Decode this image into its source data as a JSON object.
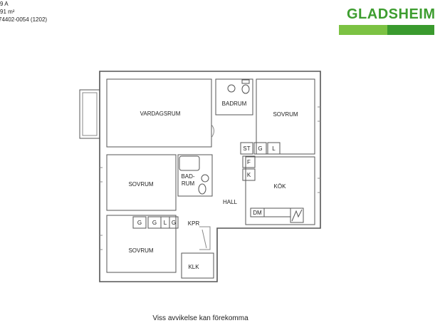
{
  "header": {
    "line1": "9 A",
    "line2": "91 m²",
    "line3": "74402-0054 (1202)"
  },
  "logo": {
    "text": "GLADSHEIM",
    "color_text": "#3d9d2f",
    "color_bar_light": "#7cc243",
    "color_bar_dark": "#3a9a2e"
  },
  "rooms": {
    "vardagsrum": "VARDAGSRUM",
    "badrum_top": "BADRUM",
    "sovrum_top_right": "SOVRUM",
    "sovrum_middle": "SOVRUM",
    "badrum_small_1": "BAD-",
    "badrum_small_2": "RUM",
    "kok": "KÖK",
    "hall": "HALL",
    "kpr": "KPR",
    "sovrum_bottom": "SOVRUM",
    "klk": "KLK"
  },
  "fixtures": {
    "st": "ST",
    "g1": "G",
    "l1": "L",
    "f": "F",
    "k": "K",
    "dm": "DM",
    "g2": "G",
    "g3": "G",
    "l2": "L",
    "g4": "G"
  },
  "footer": "Viss avvikelse kan förekomma"
}
